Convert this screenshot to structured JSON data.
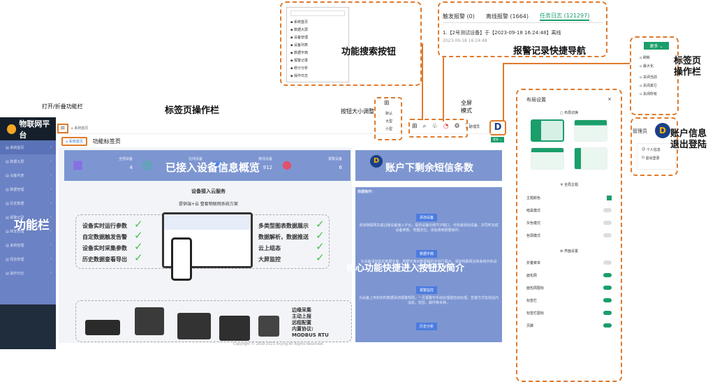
{
  "annotations": {
    "function_search": "功能搜索按钮",
    "alarm_nav": "报警记录快捷导航",
    "tab_ops_right": "标签页\n操作栏",
    "account_info": "账户信息\n退出登陆",
    "tab_ops": "标签页操作栏",
    "toggle_menu": "打开/折叠功能栏",
    "btn_size": "按钮大小调整",
    "fullscreen": "全屏\n模式",
    "function_tab": "功能标签页",
    "device_overview": "已接入设备信息概览",
    "sms_remaining": "账户下剩余短信条数",
    "sidebar_label": "功能栏",
    "core_entry": "核心功能快捷进入按钮及简介"
  },
  "sidebar": {
    "brand": "物联网平台",
    "items": [
      "系统首页",
      "数据大屏",
      "设备列表",
      "数据管理",
      "历史数据",
      "报警记录",
      "转发管理",
      "系统管理",
      "短信管理",
      "操作日志"
    ]
  },
  "topbar": {
    "breadcrumb": "系统首页"
  },
  "tabs": {
    "active": "系统首页"
  },
  "stats": [
    {
      "label": "全部设备",
      "value": "4"
    },
    {
      "label": "在线设备",
      "value": "4"
    },
    {
      "label": "离线设备",
      "value": "912"
    },
    {
      "label": "报警设备",
      "value": "6"
    }
  ],
  "service": {
    "title": "设备接入云服务",
    "subtitle": "提供端+云 整套物联网系统方案",
    "features_left": [
      "设备实时运行参数",
      "自定数据触发告警",
      "设备实时采集参数",
      "历史数据查看导出"
    ],
    "features_right": [
      "多类型图表数据展示",
      "数据解析，数据推送",
      "云上组态",
      "大屏监控"
    ],
    "protocol": "边缘采集\n主动上报\n远程配置\n内置协议:\nMODBUS RTU"
  },
  "quick": {
    "title": "快捷操作:",
    "buttons": [
      "添加设备",
      "数据字典",
      "报警监控",
      "历史分析"
    ],
    "descs": [
      "添加物联网关或边缘设备接入平台，提供设备ID和TCP端口，可快速添加设备，并同时完成设备参数、地图定位、添加通用报警操作。",
      "为设备添加指定数据字典，根据字典对数据解析并进行展示，添加物联网关和系统中的设备，并进行配置、数据上报。",
      "为设备上传的实时数据添加报警规则，一旦报警可手动处理或自动处理，告警方式包括站内消息、短信、邮件等多种。"
    ]
  },
  "footer": "Copyright © 2018-2023 linying All Rights Reserved.",
  "alarm_panel": {
    "tabs": [
      "触发报警 (0)",
      "离线报警 (1664)",
      "任务日志 (121297)"
    ],
    "entry": "1.【2号测试设备】于【2023-09-18 16:24:48】离线",
    "entry_time": "2023-09-18 16:24:48"
  },
  "search_menu": [
    "系统首页",
    "数据大屏",
    "设备管理",
    "设备列表",
    "数据字典",
    "报警记录",
    "统计分析",
    "操作日志"
  ],
  "size_menu": [
    "默认",
    "大型",
    "小型"
  ],
  "more_menu": {
    "button": "更多",
    "items": [
      "刷新",
      "最大化",
      "关闭当前",
      "关闭其它",
      "关闭所有"
    ]
  },
  "account": {
    "name": "管理员",
    "items": [
      "个人信息",
      "退出登录"
    ]
  },
  "layout_panel": {
    "title": "布局设置",
    "section1": "布局切换",
    "section2": "全局主题",
    "section3": "界面设置",
    "theme_rows": [
      "主题颜色",
      "暗黑模式",
      "灰色模式",
      "色弱模式"
    ],
    "ui_rows": [
      "折叠菜单",
      "面包屑",
      "面包屑图标",
      "标签栏",
      "标签栏图标",
      "页脚"
    ],
    "ui_states": [
      false,
      true,
      true,
      true,
      true,
      true
    ]
  },
  "colors": {
    "accent": "#e07a2c",
    "brand": "#1a9e6a",
    "overlay": "#6b82c4"
  }
}
